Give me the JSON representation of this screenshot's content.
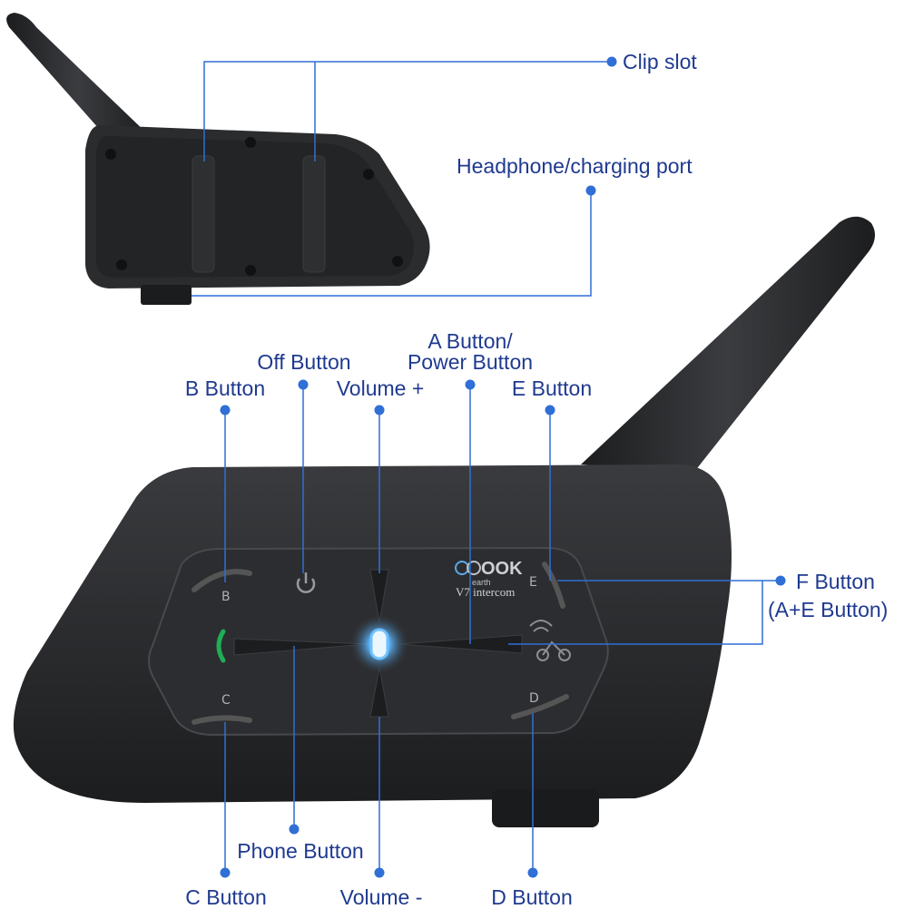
{
  "brand": {
    "logo_text": "OOK",
    "logo_sub": "earth",
    "model": "V7 intercom"
  },
  "colors": {
    "callout": "#2f6fd6",
    "label": "#1f3a8f",
    "device_body": "#2a2b2d",
    "device_rim": "#1a1b1c",
    "led": "#3fa0ff",
    "phone_icon": "#1fae55"
  },
  "top_view": {
    "labels": {
      "clip_slot": "Clip slot",
      "headphone_port": "Headphone/charging port"
    }
  },
  "front_view": {
    "key_letters": {
      "b": "B",
      "c": "C",
      "d": "D",
      "e": "E"
    },
    "labels": {
      "off_button": "Off Button",
      "b_button": "B Button",
      "volume_plus": "Volume +",
      "a_button_line1": "A Button/",
      "a_button_line2": "Power Button",
      "e_button": "E Button",
      "f_button_line1": "F Button",
      "f_button_line2": "(A+E Button)",
      "phone_button": "Phone Button",
      "c_button": "C Button",
      "volume_minus": "Volume -",
      "d_button": "D Button"
    }
  }
}
